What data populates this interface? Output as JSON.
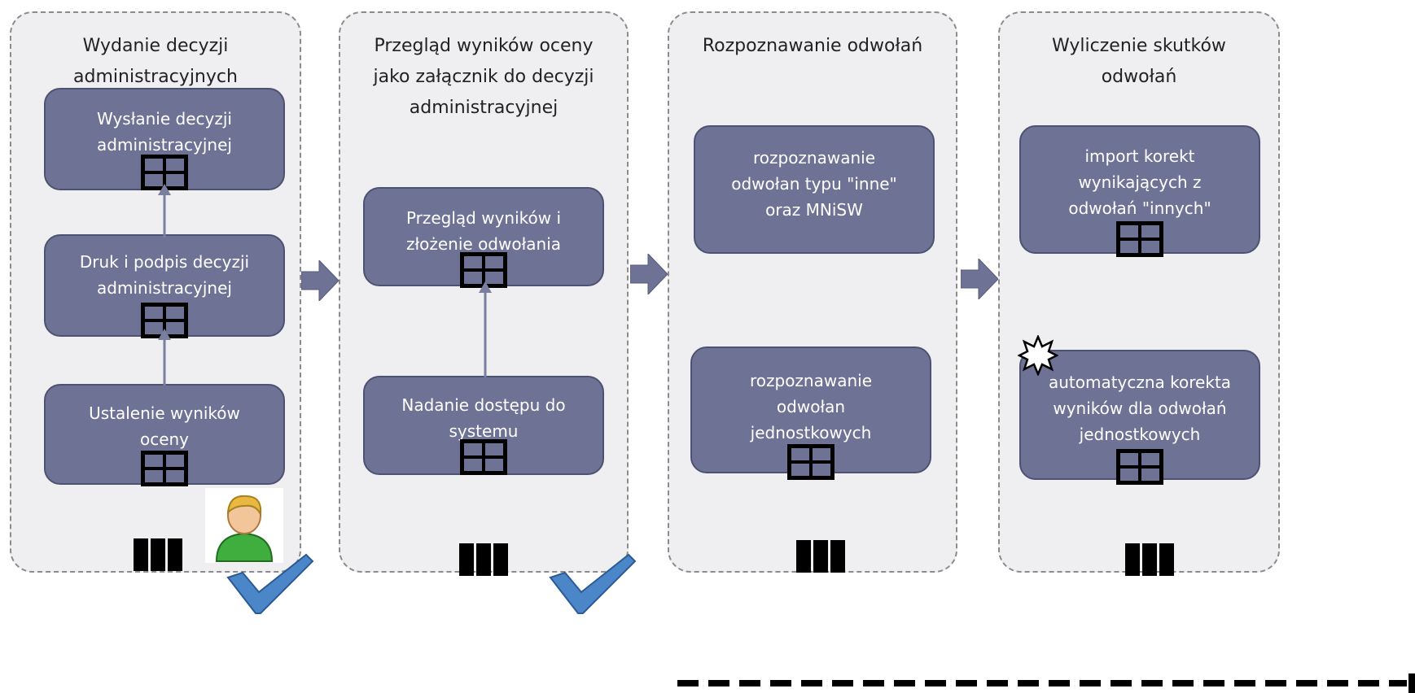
{
  "colors": {
    "lane_fill": "#efeff1",
    "box_fill": "#6e7396",
    "arrow_fill": "#6e7396",
    "text": "#222222"
  },
  "lanes": [
    {
      "title": "Wydanie decyzji\nadministracyjnych",
      "boxes": [
        {
          "label": "Wysłanie decyzji\nadministracyjnej",
          "icon": "grid-icon"
        },
        {
          "label": "Druk i podpis decyzji\nadministracyjnej",
          "icon": "grid-icon"
        },
        {
          "label": "Ustalenie wyników\noceny",
          "icon": "grid-icon"
        }
      ],
      "badges": [
        "user-icon",
        "checkmark-icon"
      ]
    },
    {
      "title": "Przegląd wyników oceny\njako załącznik do decyzji\nadministracyjnej",
      "boxes": [
        {
          "label": "Przegląd wyników i\nzłożenie odwołania",
          "icon": "grid-icon"
        },
        {
          "label": "Nadanie dostępu do\nsystemu",
          "icon": "grid-icon"
        }
      ],
      "badges": [
        "checkmark-icon"
      ]
    },
    {
      "title": "Rozpoznawanie odwołań",
      "boxes": [
        {
          "label": "rozpoznawanie\nodwołan typu \"inne\"\noraz MNiSW",
          "icon": "none"
        },
        {
          "label": "rozpoznawanie\nodwołan\njednostkowych",
          "icon": "grid-icon"
        }
      ],
      "badges": []
    },
    {
      "title": "Wyliczenie skutków\nodwołań",
      "boxes": [
        {
          "label": "import korekt\nwynikających z\nodwołań \"innych\"",
          "icon": "grid-icon"
        },
        {
          "label": "automatyczna korekta\nwyników dla odwołań\njednostkowych",
          "icon": "grid-icon"
        }
      ],
      "badges": [
        "gear-icon"
      ]
    }
  ]
}
